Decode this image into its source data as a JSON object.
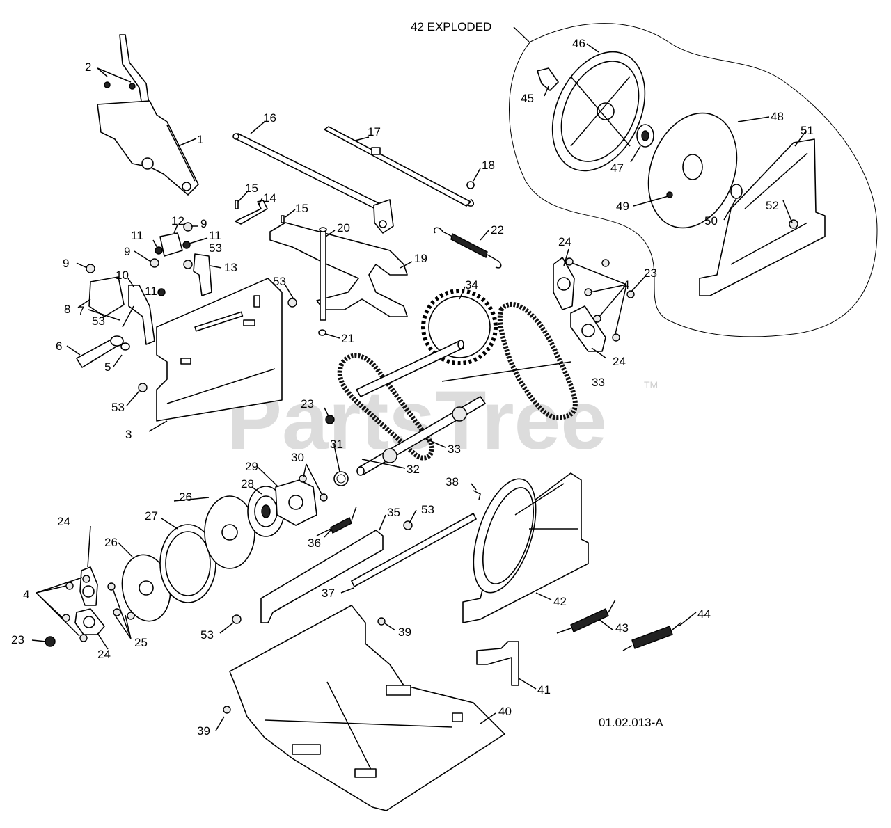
{
  "watermark": {
    "text": "PartsTree",
    "trademark": "TM"
  },
  "diagram_code": "01.02.013-A",
  "exploded_caption": "42 EXPLODED",
  "callouts": [
    {
      "id": "c1",
      "text": "1"
    },
    {
      "id": "c2",
      "text": "2"
    },
    {
      "id": "c3",
      "text": "3"
    },
    {
      "id": "c4a",
      "text": "4"
    },
    {
      "id": "c4b",
      "text": "4"
    },
    {
      "id": "c5",
      "text": "5"
    },
    {
      "id": "c6",
      "text": "6"
    },
    {
      "id": "c7",
      "text": "7"
    },
    {
      "id": "c8",
      "text": "8"
    },
    {
      "id": "c9a",
      "text": "9"
    },
    {
      "id": "c9b",
      "text": "9"
    },
    {
      "id": "c9c",
      "text": "9"
    },
    {
      "id": "c10",
      "text": "10"
    },
    {
      "id": "c11a",
      "text": "11"
    },
    {
      "id": "c11b",
      "text": "11"
    },
    {
      "id": "c11c",
      "text": "11"
    },
    {
      "id": "c12",
      "text": "12"
    },
    {
      "id": "c13",
      "text": "13"
    },
    {
      "id": "c14",
      "text": "14"
    },
    {
      "id": "c15a",
      "text": "15"
    },
    {
      "id": "c15b",
      "text": "15"
    },
    {
      "id": "c16",
      "text": "16"
    },
    {
      "id": "c17",
      "text": "17"
    },
    {
      "id": "c18",
      "text": "18"
    },
    {
      "id": "c19",
      "text": "19"
    },
    {
      "id": "c20",
      "text": "20"
    },
    {
      "id": "c21",
      "text": "21"
    },
    {
      "id": "c22",
      "text": "22"
    },
    {
      "id": "c23a",
      "text": "23"
    },
    {
      "id": "c23b",
      "text": "23"
    },
    {
      "id": "c23c",
      "text": "23"
    },
    {
      "id": "c24a",
      "text": "24"
    },
    {
      "id": "c24b",
      "text": "24"
    },
    {
      "id": "c24c",
      "text": "24"
    },
    {
      "id": "c24d",
      "text": "24"
    },
    {
      "id": "c25",
      "text": "25"
    },
    {
      "id": "c26a",
      "text": "26"
    },
    {
      "id": "c26b",
      "text": "26"
    },
    {
      "id": "c27",
      "text": "27"
    },
    {
      "id": "c28",
      "text": "28"
    },
    {
      "id": "c29",
      "text": "29"
    },
    {
      "id": "c30",
      "text": "30"
    },
    {
      "id": "c31",
      "text": "31"
    },
    {
      "id": "c32",
      "text": "32"
    },
    {
      "id": "c33a",
      "text": "33"
    },
    {
      "id": "c33b",
      "text": "33"
    },
    {
      "id": "c34",
      "text": "34"
    },
    {
      "id": "c35",
      "text": "35"
    },
    {
      "id": "c36",
      "text": "36"
    },
    {
      "id": "c37",
      "text": "37"
    },
    {
      "id": "c38",
      "text": "38"
    },
    {
      "id": "c39a",
      "text": "39"
    },
    {
      "id": "c39b",
      "text": "39"
    },
    {
      "id": "c40",
      "text": "40"
    },
    {
      "id": "c41",
      "text": "41"
    },
    {
      "id": "c42",
      "text": "42"
    },
    {
      "id": "c43",
      "text": "43"
    },
    {
      "id": "c44",
      "text": "44"
    },
    {
      "id": "c45",
      "text": "45"
    },
    {
      "id": "c46",
      "text": "46"
    },
    {
      "id": "c47",
      "text": "47"
    },
    {
      "id": "c48",
      "text": "48"
    },
    {
      "id": "c49",
      "text": "49"
    },
    {
      "id": "c50",
      "text": "50"
    },
    {
      "id": "c51",
      "text": "51"
    },
    {
      "id": "c52",
      "text": "52"
    },
    {
      "id": "c53a",
      "text": "53"
    },
    {
      "id": "c53b",
      "text": "53"
    },
    {
      "id": "c53c",
      "text": "53"
    },
    {
      "id": "c53d",
      "text": "53"
    },
    {
      "id": "c53e",
      "text": "53"
    },
    {
      "id": "c53f",
      "text": "53"
    }
  ]
}
